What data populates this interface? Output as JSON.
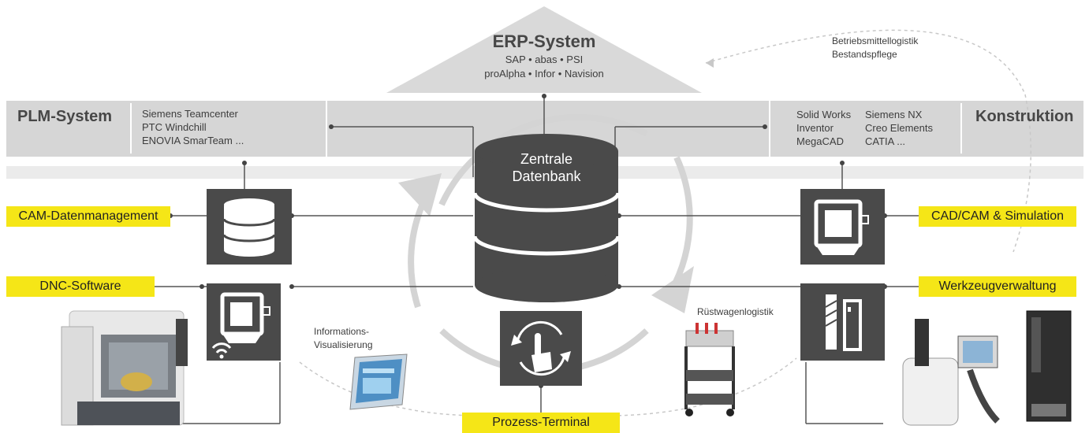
{
  "erp": {
    "title": "ERP-System",
    "line1": "SAP • abas • PSI",
    "line2": "proAlpha • Infor • Navision"
  },
  "betrieb": {
    "line1": "Betriebsmittellogistik",
    "line2": "Bestandspflege"
  },
  "plm": {
    "title": "PLM-System",
    "items": [
      "Siemens Teamcenter",
      "PTC Windchill",
      "ENOVIA SmarTeam ..."
    ]
  },
  "konstruktion": {
    "title": "Konstruktion",
    "col1": [
      "Solid Works",
      "Inventor",
      "MegaCAD"
    ],
    "col2": [
      "Siemens NX",
      "Creo Elements",
      "CATIA ..."
    ]
  },
  "database": {
    "line1": "Zentrale",
    "line2": "Datenbank"
  },
  "labels": {
    "cam": "CAM-Datenmanagement",
    "dnc": "DNC-Software",
    "cadcam": "CAD/CAM & Simulation",
    "werkzeug": "Werkzeugverwaltung",
    "prozess": "Prozess-Terminal",
    "info1": "Informations-",
    "info2": "Visualisierung",
    "ruest": "Rüstwagenlogistik"
  },
  "colors": {
    "accent_yellow": "#f5e617",
    "tile": "#4a4a4a",
    "band": "#d6d6d6"
  },
  "icons": [
    "database-icon",
    "machine-wifi-icon",
    "machine-icon",
    "tool-icon",
    "touch-cycle-icon"
  ]
}
